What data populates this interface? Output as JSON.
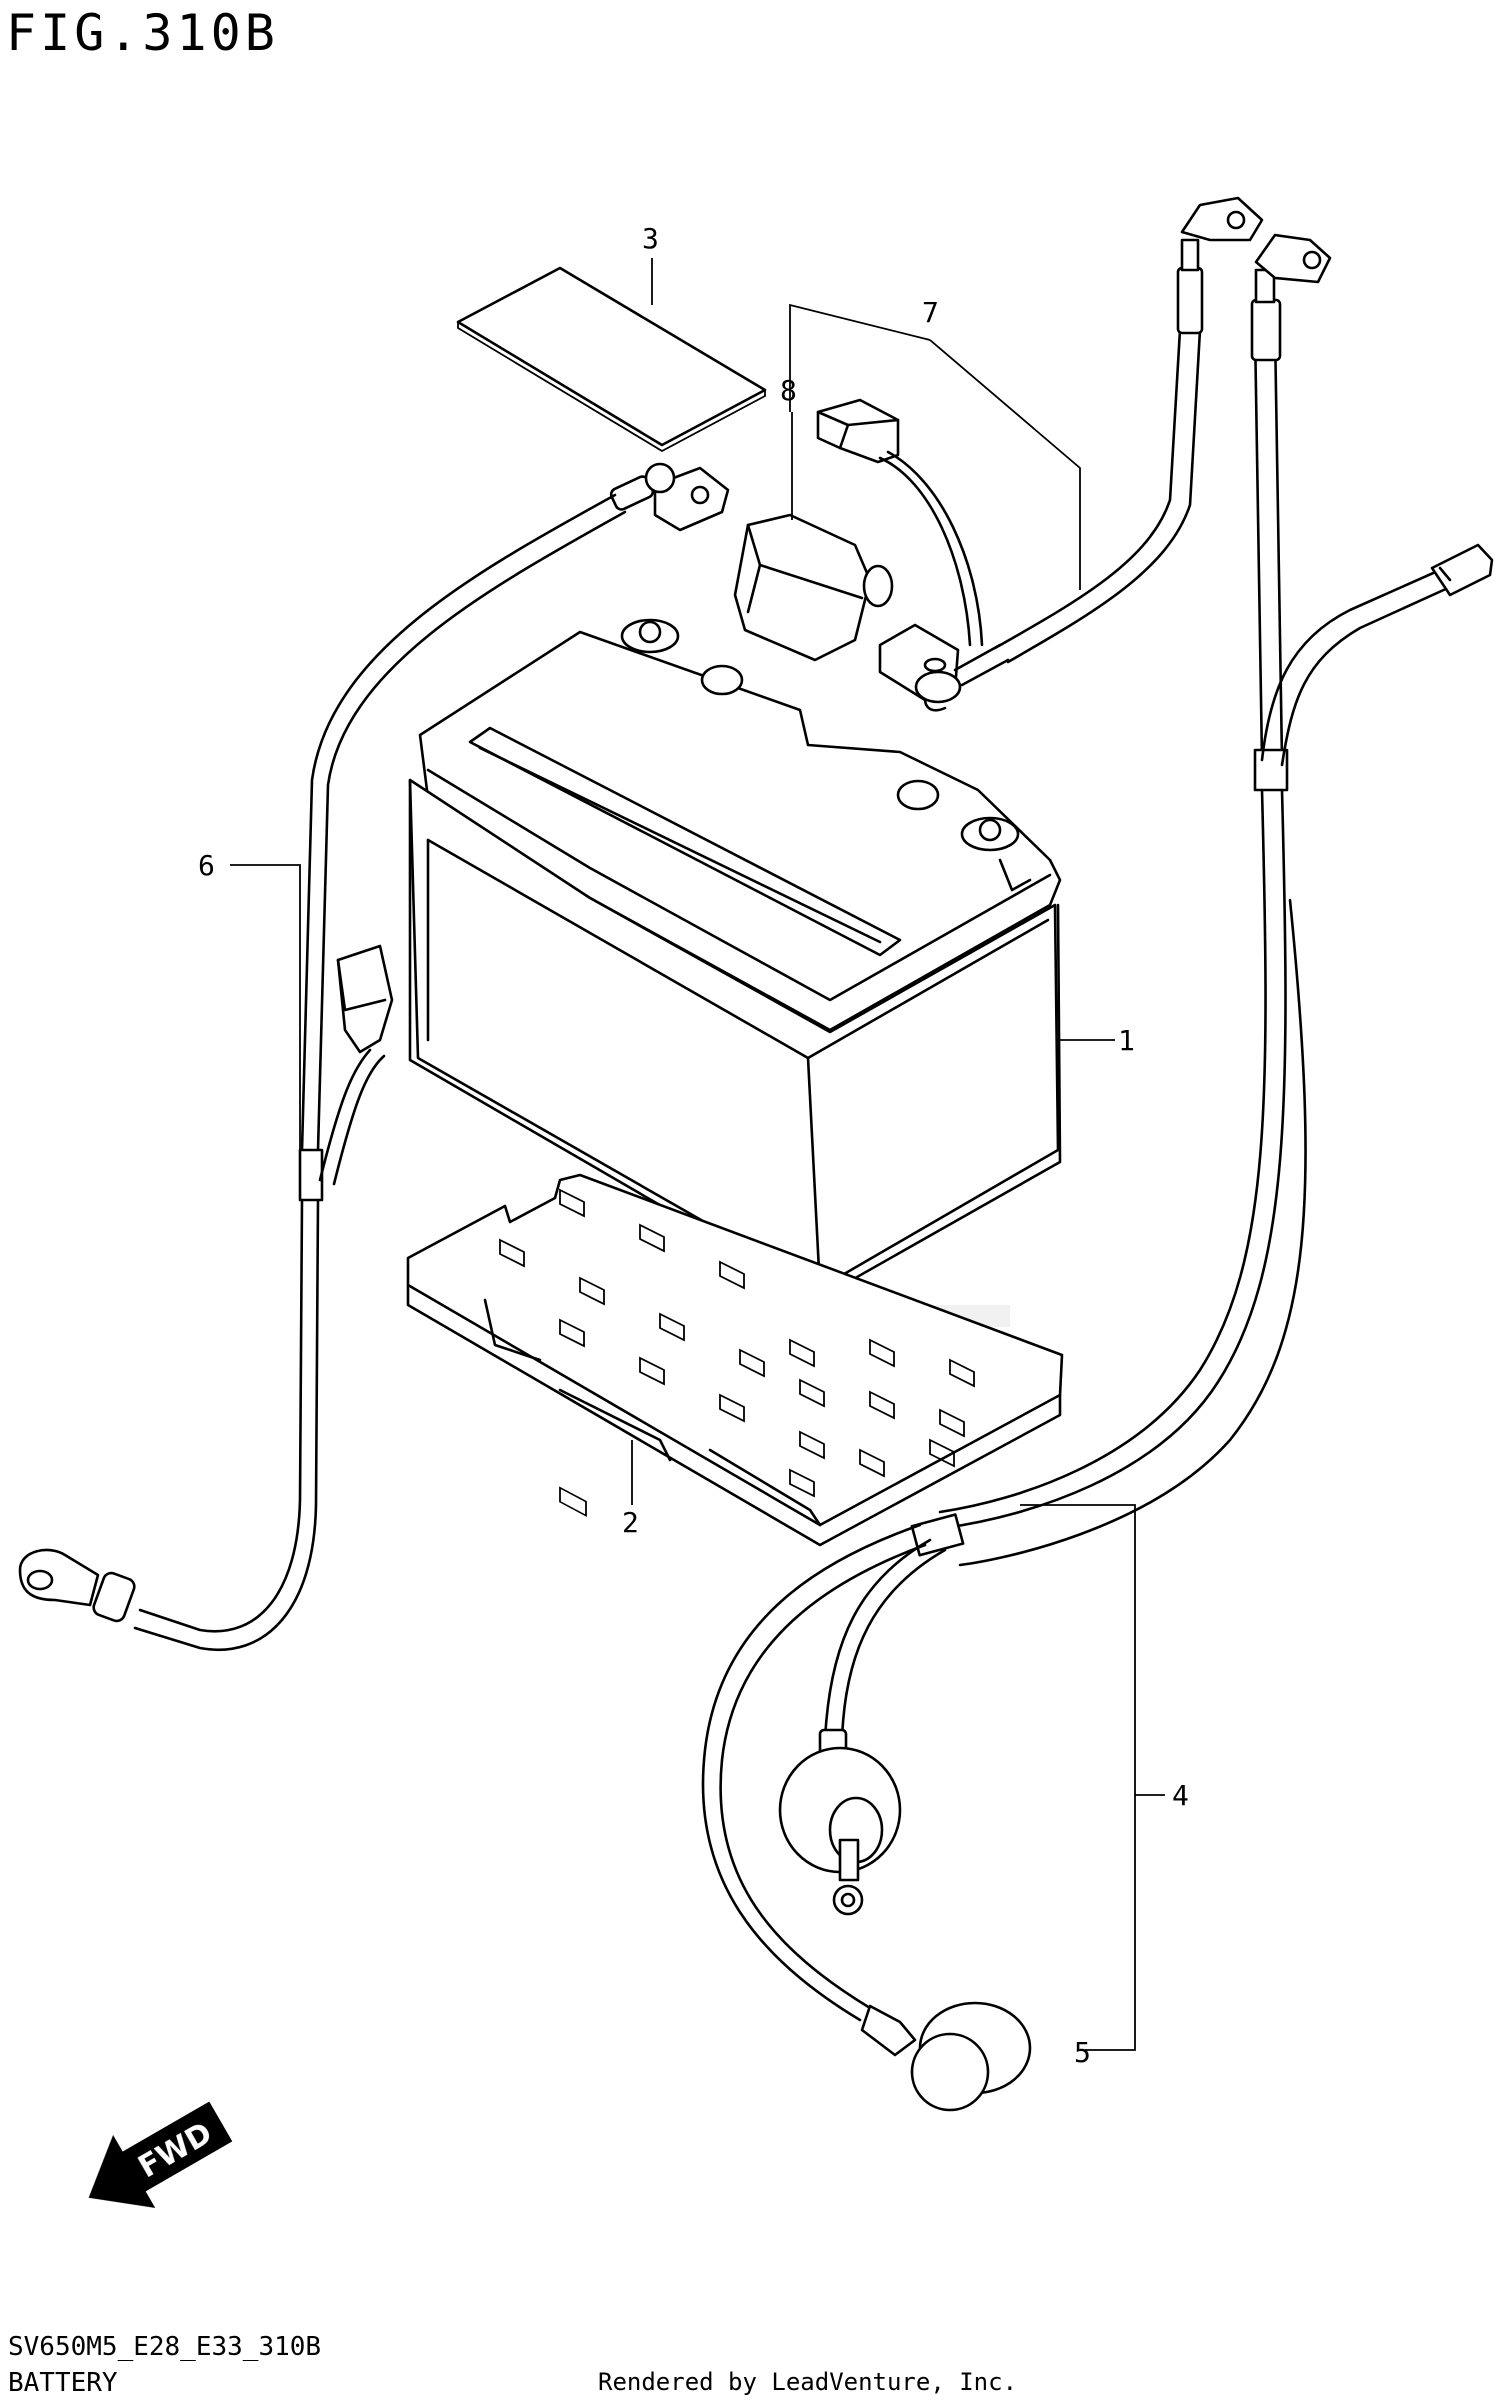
{
  "header": {
    "figure_title": "FIG.310B"
  },
  "footer": {
    "model_code": "SV650M5_E28_E33_310B",
    "section_name": "BATTERY",
    "credit": "Rendered by LeadVenture, Inc."
  },
  "orientation": {
    "label": "FWD",
    "icon": "fwd-arrow-icon"
  },
  "callouts": [
    "1",
    "2",
    "3",
    "4",
    "5",
    "6",
    "7",
    "8"
  ]
}
